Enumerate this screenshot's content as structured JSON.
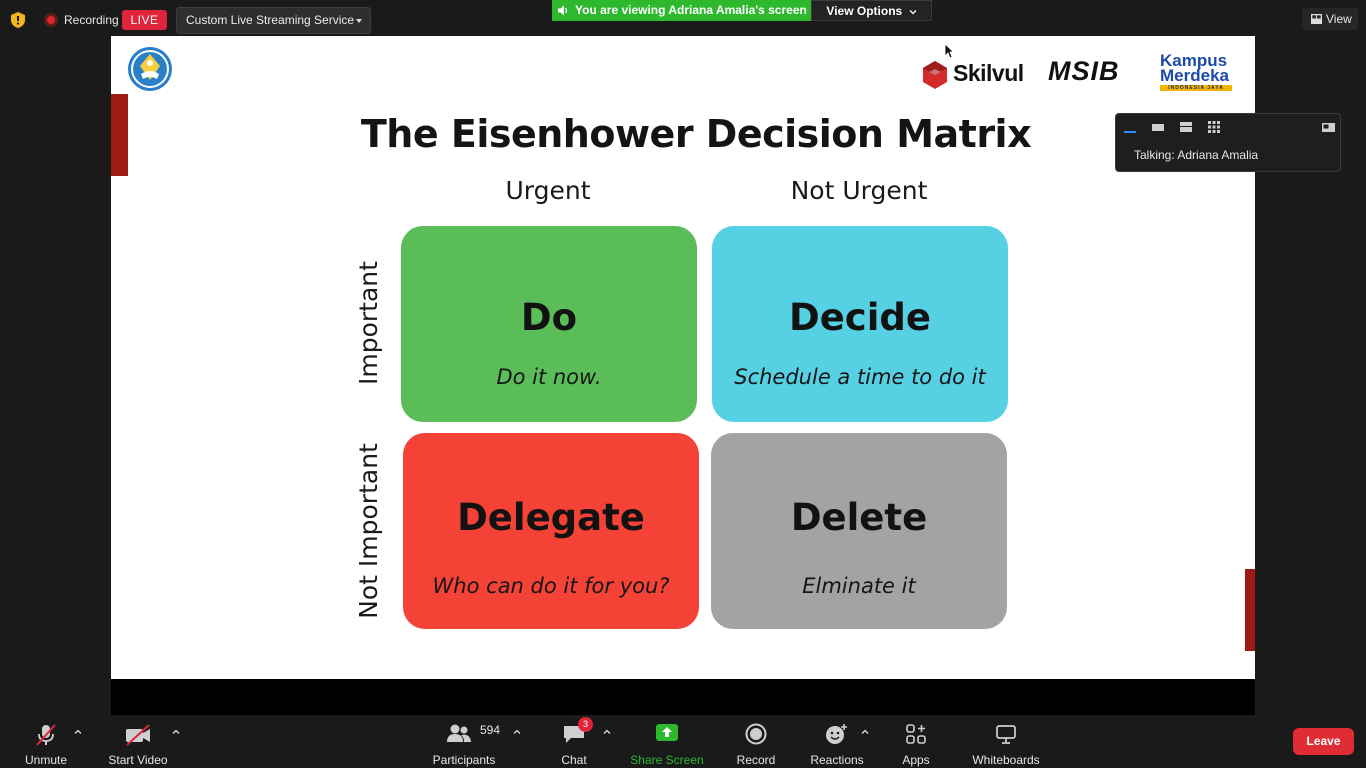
{
  "topbar": {
    "recording_label": "Recording",
    "live_label": "LIVE",
    "stream_service": "Custom Live Streaming Service",
    "viewing_banner": "You are viewing Adriana Amalia's screen",
    "view_options": "View Options",
    "view_button": "View"
  },
  "slide": {
    "title": "The Eisenhower Decision Matrix",
    "col_urgent": "Urgent",
    "col_not_urgent": "Not Urgent",
    "row_important": "Important",
    "row_not_important": "Not Important",
    "quadrants": [
      {
        "title": "Do",
        "subtitle": "Do it now.",
        "color": "#5bbd58"
      },
      {
        "title": "Decide",
        "subtitle": "Schedule a time to do it",
        "color": "#56d0e3"
      },
      {
        "title": "Delegate",
        "subtitle": "Who can do it for you?",
        "color": "#f44236"
      },
      {
        "title": "Delete",
        "subtitle": "Elminate it",
        "color": "#a3a3a3"
      }
    ],
    "logos": {
      "skilvul": "Skilvul",
      "msib": "MSIB",
      "kampus_line1": "Kampus",
      "kampus_line2": "Merdeka",
      "kampus_tagline": "INDONESIA JAYA"
    }
  },
  "talking_panel": {
    "label": "Talking: Adriana Amalia"
  },
  "toolbar": {
    "unmute": "Unmute",
    "start_video": "Start Video",
    "participants": "Participants",
    "participants_count": "594",
    "chat": "Chat",
    "chat_badge": "3",
    "share_screen": "Share Screen",
    "record": "Record",
    "reactions": "Reactions",
    "apps": "Apps",
    "whiteboards": "Whiteboards",
    "leave": "Leave"
  },
  "colors": {
    "accent_green": "#2eb82e",
    "live_red": "#e0243a",
    "leave_red": "#e02c35",
    "slide_dark_red": "#9e1a14"
  }
}
